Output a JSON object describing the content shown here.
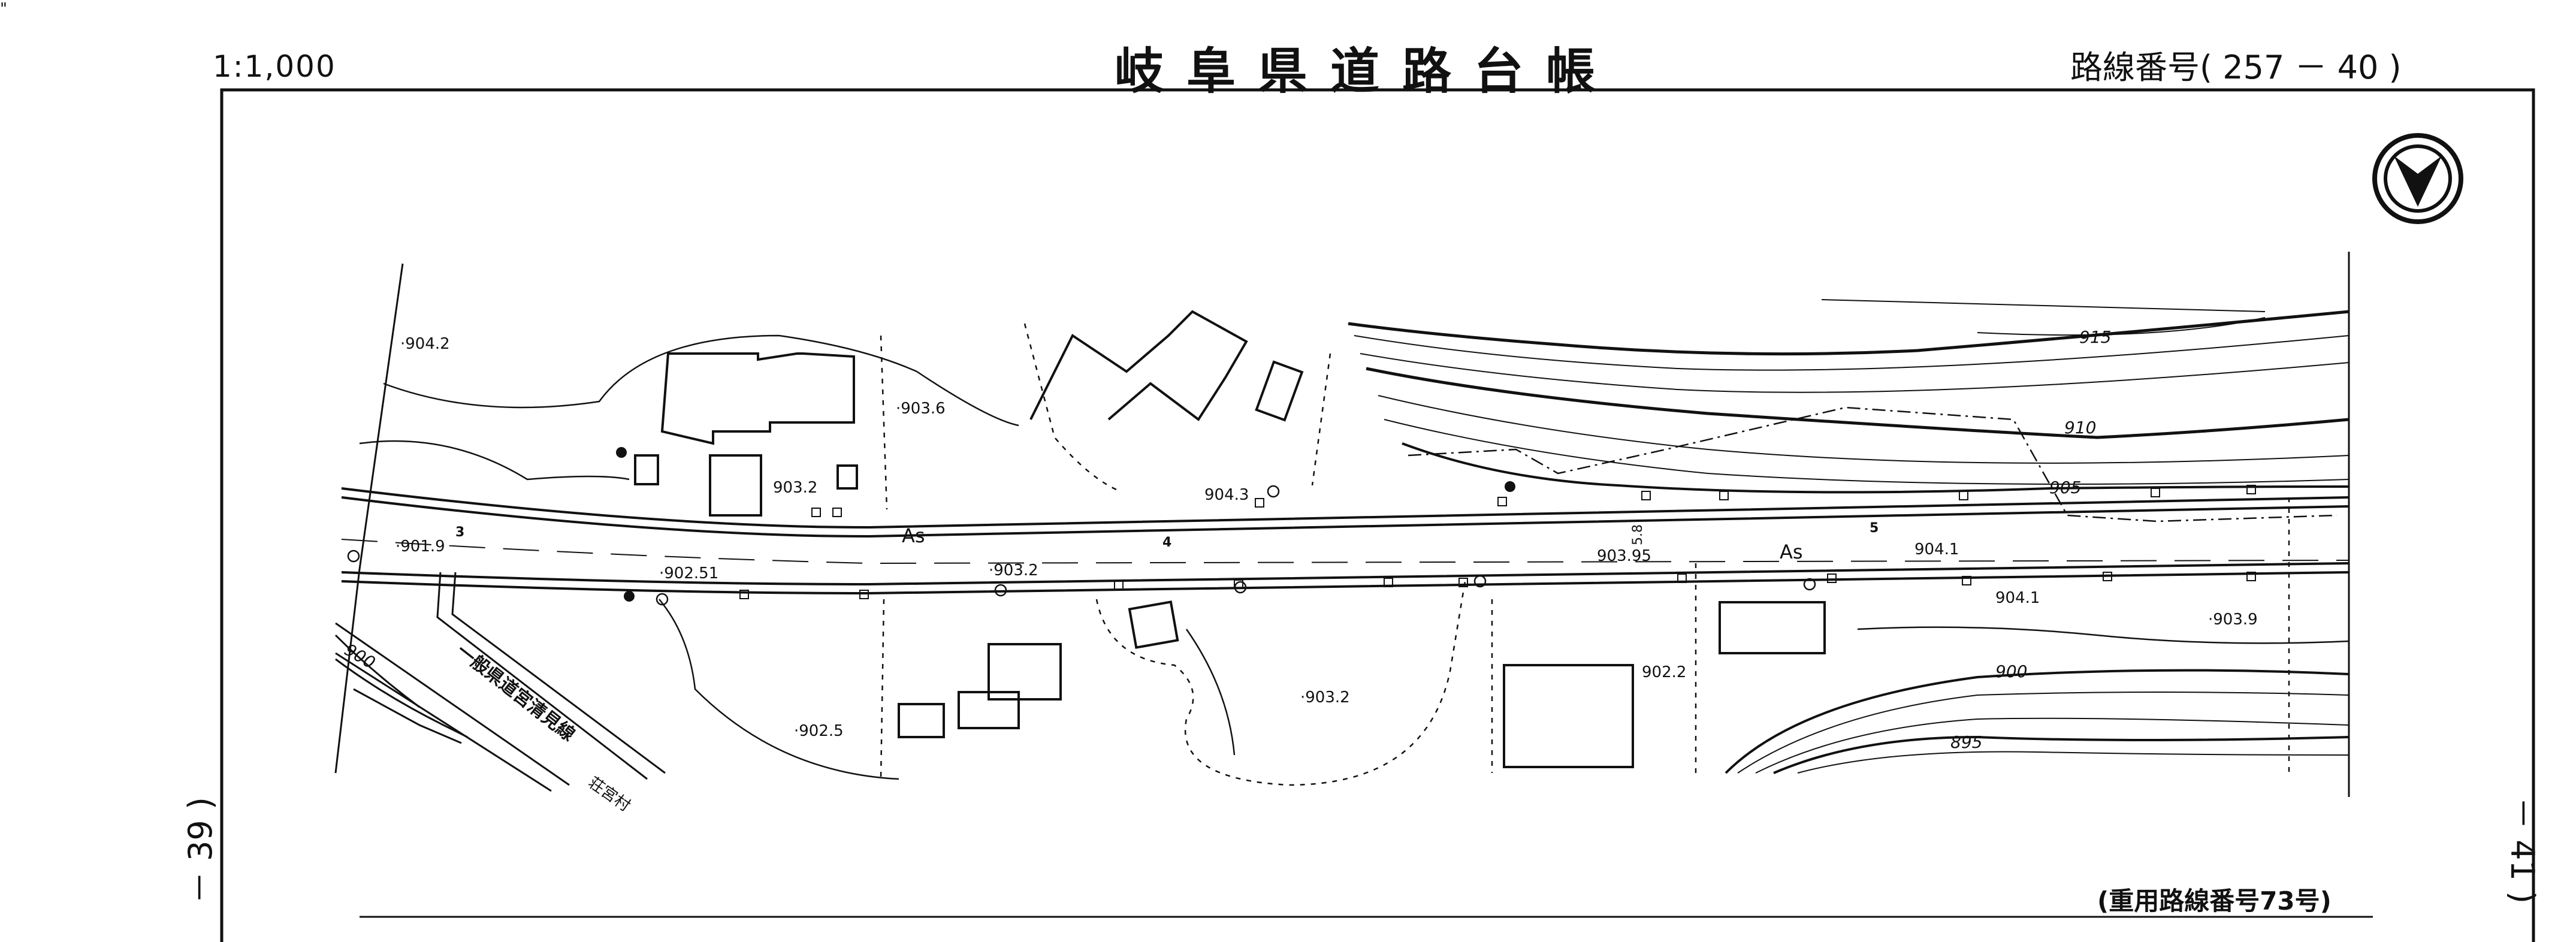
{
  "header": {
    "scale": "1:1,000",
    "title": "岐阜県道路台帳",
    "route_number": "路線番号( 257 － 40 )"
  },
  "footer": {
    "duplicate_route": "(重用路線番号73号)",
    "page_left": "－ 39 )",
    "page_right": "－ 41 )"
  },
  "misc": {
    "corner_mark": "\""
  },
  "map": {
    "north_arrow": "north-arrow-icon",
    "elevations": {
      "e1": "·904.2",
      "e2": "·903.6",
      "e3": "903.2",
      "e4": "904.3",
      "e5": "·901.9",
      "e6": "·902.51",
      "e7": "·903.2",
      "e8": "903.95",
      "e9": "904.1",
      "e10": "904.1",
      "e11": "·903.9",
      "e12": "902.2",
      "e13": "·903.2",
      "e14": "·902.5"
    },
    "road_surface": {
      "left": "As",
      "right": "As"
    },
    "stations": {
      "s3": "3",
      "s4": "4",
      "s5": "5"
    },
    "road_width": "5.8",
    "contours": {
      "c915": "915",
      "c910": "910",
      "c905": "905",
      "c900a": "900",
      "c900b": "900",
      "c895": "895"
    },
    "side_road": "一般県道宮清見線",
    "village": "荘宮村"
  }
}
